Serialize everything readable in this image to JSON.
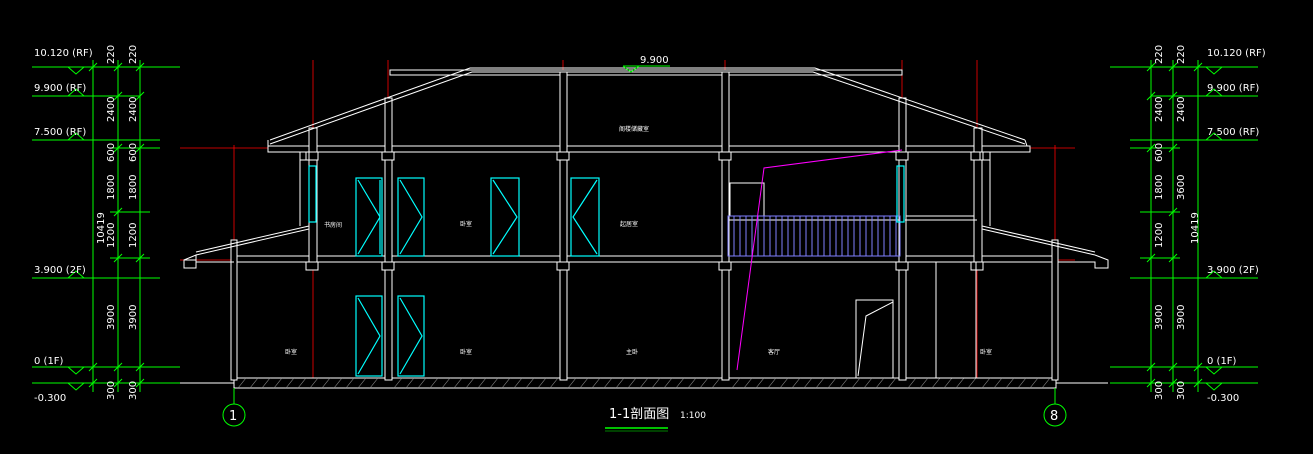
{
  "drawing": {
    "title": "1-1剖面图",
    "scale": "1:100",
    "colors": {
      "background": "#000000",
      "structure": "#ffffff",
      "dimension": "#00ff00",
      "axis_line": "#ff0000",
      "window": "#00ffff",
      "railing": "#8080ff",
      "stair": "#ff00ff"
    }
  },
  "levels": {
    "left": [
      {
        "label": "10.120 (RF)"
      },
      {
        "label": "9.900 (RF)"
      },
      {
        "label": "7.500 (RF)"
      },
      {
        "label": "3.900 (2F)"
      },
      {
        "label": "0 (1F)"
      },
      {
        "label": "-0.300"
      }
    ],
    "right": [
      {
        "label": "10.120 (RF)"
      },
      {
        "label": "9.900 (RF)"
      },
      {
        "label": "7.500 (RF)"
      },
      {
        "label": "3.900 (2F)"
      },
      {
        "label": "0 (1F)"
      },
      {
        "label": "-0.300"
      }
    ],
    "top": "9.900"
  },
  "dimensions": {
    "outer_segments": [
      "220",
      "2400",
      "600",
      "1800",
      "1200",
      "3900",
      "300"
    ],
    "inner_segments": [
      "220",
      "3600",
      "3900",
      "300"
    ],
    "left_inner_alt": [
      "220",
      "2400",
      "600",
      "1800",
      "1200",
      "3900",
      "300"
    ],
    "total": "10419"
  },
  "axes": {
    "left": "1",
    "right": "8"
  },
  "rooms": {
    "ground": [
      "卧室",
      "卧室",
      "主卧",
      "客厅",
      "卧室"
    ],
    "upper": [
      "书房间",
      "卧室",
      "起居室"
    ],
    "attic": "阁楼储藏室"
  }
}
